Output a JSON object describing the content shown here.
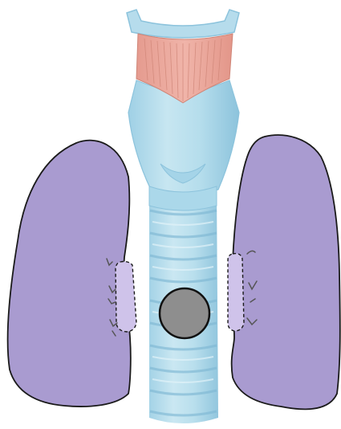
{
  "colors": {
    "background": "#ffffff",
    "lung_fill": "#a99bd0",
    "lung_outline": "#1a1a1a",
    "hilum_fill": "#cfc3ea",
    "cartilage_light": "#bfe1ee",
    "cartilage_mid": "#9ccfe4",
    "cartilage_dark": "#7fb8d4",
    "muscle_fill": "#e8a59a",
    "muscle_stroke": "#cf8577",
    "node_fill": "#8e8e8e",
    "node_outline": "#111111"
  },
  "diagram": {
    "structures": [
      {
        "id": "larynx",
        "icon": "larynx-icon"
      },
      {
        "id": "cricothyroid-muscle",
        "icon": "muscle-icon"
      },
      {
        "id": "trachea",
        "icon": "trachea-icon"
      },
      {
        "id": "right-lung",
        "icon": "lung-icon"
      },
      {
        "id": "left-lung",
        "icon": "lung-icon"
      },
      {
        "id": "right-hilum-region",
        "icon": "dashed-outline-icon"
      },
      {
        "id": "left-hilum-region",
        "icon": "dashed-outline-icon"
      },
      {
        "id": "mass",
        "icon": "circle-icon"
      }
    ]
  }
}
